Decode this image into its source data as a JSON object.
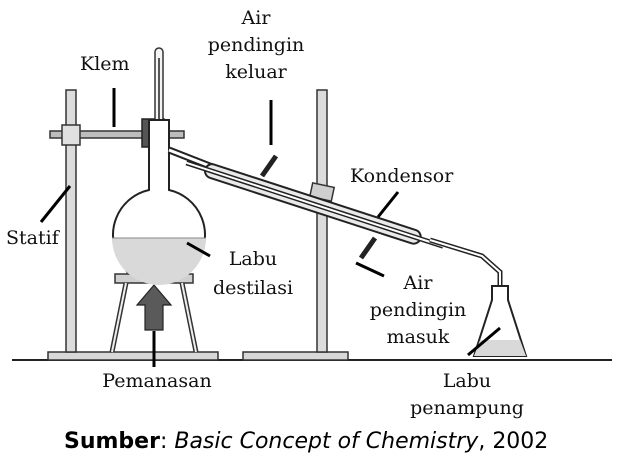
{
  "labels": {
    "klem": "Klem",
    "air_keluar": [
      "Air",
      "pendingin",
      "keluar"
    ],
    "kondensor": "Kondensor",
    "statif": "Statif",
    "labu_destilasi": [
      "Labu",
      "destilasi"
    ],
    "air_masuk": [
      "Air",
      "pendingin",
      "masuk"
    ],
    "pemanasan": "Pemanasan",
    "labu_penampung": [
      "Labu",
      "penampung"
    ]
  },
  "source": {
    "prefix": "Sumber",
    "separator": ": ",
    "title": "Basic Concept of Chemistry",
    "year_sep": ", ",
    "year": "2002"
  }
}
